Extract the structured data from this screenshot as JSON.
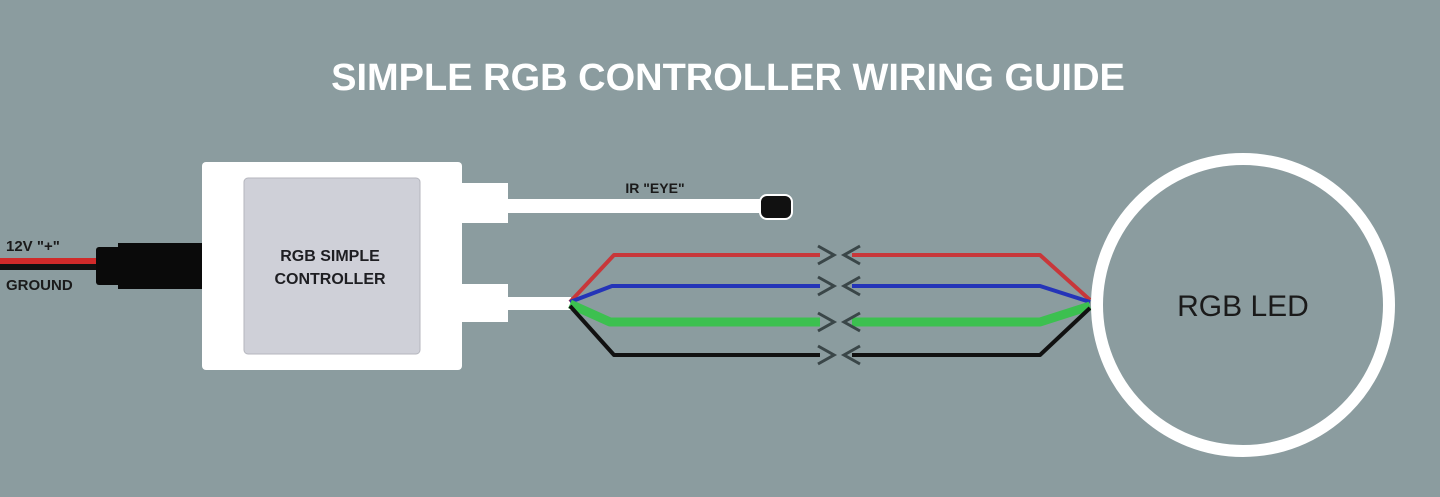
{
  "title": "SIMPLE RGB CONTROLLER WIRING GUIDE",
  "controller": {
    "label_line1": "RGB SIMPLE",
    "label_line2": "CONTROLLER"
  },
  "power": {
    "positive_label": "12V \"+\"",
    "ground_label": "GROUND"
  },
  "ir": {
    "label": "IR \"EYE\""
  },
  "led": {
    "label": "RGB LED"
  },
  "wires": [
    {
      "name": "red",
      "color": "#c8373a"
    },
    {
      "name": "blue",
      "color": "#2434b8"
    },
    {
      "name": "green",
      "color": "#3cc050"
    },
    {
      "name": "black",
      "color": "#111111"
    }
  ],
  "colors": {
    "background": "#8b9c9f",
    "controller_face": "#cfd0d8"
  }
}
